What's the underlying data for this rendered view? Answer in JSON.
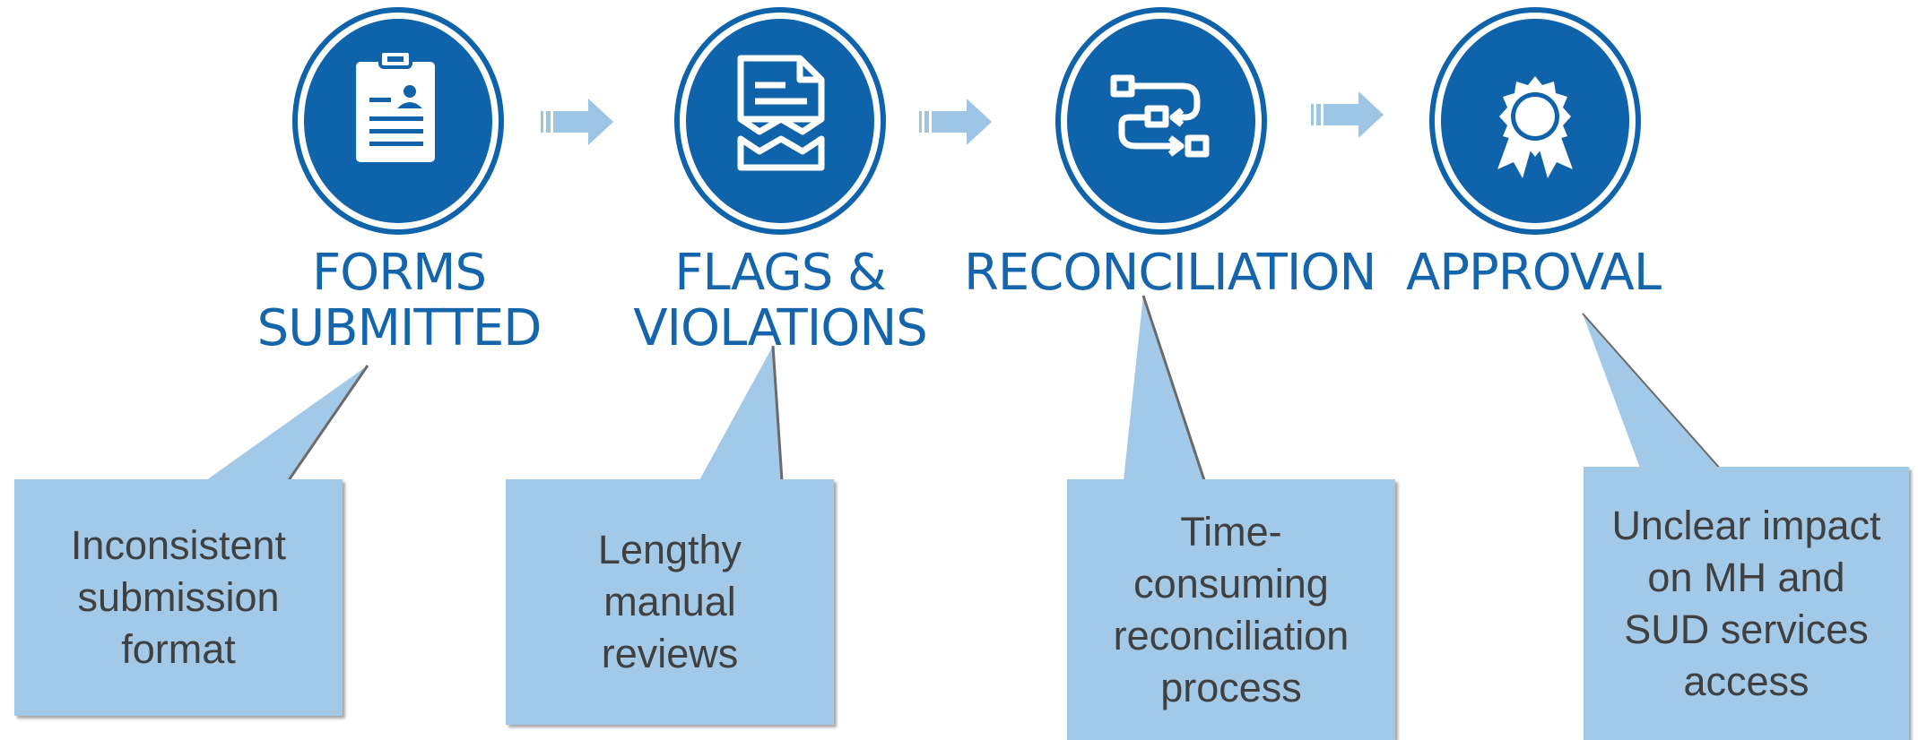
{
  "colors": {
    "primary": "#0f63aa",
    "label_text": "#1565ad",
    "arrow": "#9cc5e6",
    "callout_fill": "#a3c9e9",
    "callout_text": "#404040"
  },
  "stages": [
    {
      "label_lines": [
        "FORMS",
        "SUBMITTED"
      ],
      "icon": "clipboard-person-icon",
      "callout_lines": [
        "Inconsistent",
        "submission",
        "format"
      ]
    },
    {
      "label_lines": [
        "FLAGS &",
        "VIOLATIONS"
      ],
      "icon": "torn-document-icon",
      "callout_lines": [
        "Lengthy",
        "manual",
        "reviews"
      ]
    },
    {
      "label_lines": [
        "RECONCILIATION"
      ],
      "icon": "process-flow-icon",
      "callout_lines": [
        "Time-",
        "consuming",
        "reconciliation",
        "process"
      ]
    },
    {
      "label_lines": [
        "APPROVAL"
      ],
      "icon": "award-ribbon-icon",
      "callout_lines": [
        "Unclear impact",
        "on MH and",
        "SUD services",
        "access"
      ]
    }
  ]
}
